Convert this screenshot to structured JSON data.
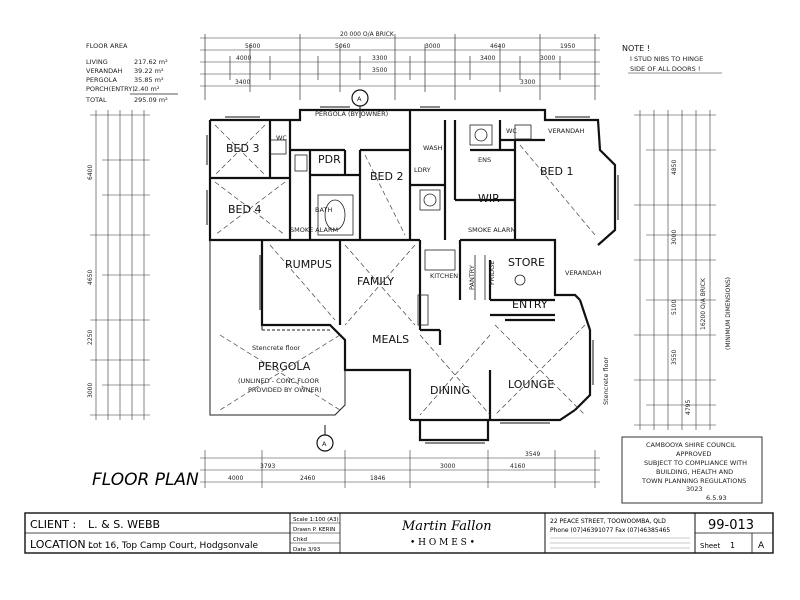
{
  "floor_area": {
    "heading": "FLOOR AREA",
    "rows": [
      {
        "label": "LIVING",
        "value": "217.62 m²"
      },
      {
        "label": "VERANDAH",
        "value": "39.22 m²"
      },
      {
        "label": "PERGOLA",
        "value": "35.85 m²"
      },
      {
        "label": "PORCH(ENTRY)",
        "value": "2.40 m²"
      },
      {
        "label": "TOTAL",
        "value": "295.09 m²"
      }
    ]
  },
  "note": {
    "line1": "NOTE !",
    "line2": "I STUD NIBS TO HINGE",
    "line3": "SIDE OF ALL DOORS !"
  },
  "overall_dim": "20 000 O/A BRICK",
  "top_dims_row1": [
    "5600",
    "5060",
    "3000",
    "4640",
    "1950"
  ],
  "top_dims_row2": [
    "4000",
    "3300",
    "3400",
    "3000"
  ],
  "top_dims_row3": [
    "3400",
    "3500",
    "3300"
  ],
  "bottom_dims": [
    "3793",
    "4000",
    "2460",
    "1846",
    "3000",
    "4160",
    "3549"
  ],
  "left_dims": [
    "6400",
    "4650",
    "2250",
    "3000"
  ],
  "right_dims": [
    "4850",
    "3000",
    "5100",
    "3550",
    "4795"
  ],
  "right_vertical": "16200 O/A BRICK",
  "right_vertical2": "(MINIMUM DIMENSIONS)",
  "section_marker": "A",
  "rooms": {
    "bed3": "BED 3",
    "wc": "WC",
    "pdr": "PDR",
    "bed2": "BED 2",
    "bath": "BATH",
    "ldry": "LDRY",
    "ens": "ENS",
    "wc2": "WC",
    "verandah_top": "VERANDAH",
    "bed1": "BED 1",
    "bed4": "BED 4",
    "wir": "WIR",
    "rumpus": "RUMPUS",
    "family": "FAMILY",
    "kitchen": "KITCHEN",
    "store": "STORE",
    "verandah_right": "VERANDAH",
    "entry": "ENTRY",
    "meals": "MEALS",
    "pergola": "PERGOLA",
    "pergola_note1": "(UNLINED - CONC FLOOR",
    "pergola_note2": "PROVIDED BY OWNER)",
    "dining": "DINING",
    "lounge": "LOUNGE",
    "slab_floor": "Stencrete floor",
    "stencrete_right": "Stencrete floor",
    "pergola_top": "PERGOLA (BY OWNER)",
    "smoke1": "SMOKE ALARM",
    "smoke2": "SMOKE ALARM",
    "fridge": "FRIDGE",
    "pantry": "PANTRY",
    "wash": "WASH"
  },
  "council_stamp": {
    "title": "CAMBOOYA SHIRE COUNCIL",
    "line1": "APPROVED",
    "line2": "SUBJECT TO COMPLIANCE WITH",
    "line3": "BUILDING, HEALTH AND",
    "line4": "TOWN PLANNING REGULATIONS",
    "ref": "3023",
    "date": "6.5.93"
  },
  "floor_plan_title": "FLOOR PLAN",
  "title_block": {
    "client_label": "CLIENT :",
    "client_value": "L. & S. WEBB",
    "location_label": "LOCATION :",
    "location_value": "Lot 16, Top Camp Court, Hodgsonvale",
    "scale": "Scale 1:100 (A3)",
    "drawn": "Drawn P. KERIN",
    "chkd": "Chkd",
    "date": "Date 3/93",
    "company_line1": "Martin Fallon",
    "company_line2": "• H O M E S •",
    "address1": "22 PEACE STREET, TOOWOOMBA, QLD",
    "address2": "Phone (07)46391077   Fax (07)46385465",
    "job_no": "99-013",
    "sheet_label": "Sheet",
    "sheet_value": "1",
    "rev": "A"
  }
}
